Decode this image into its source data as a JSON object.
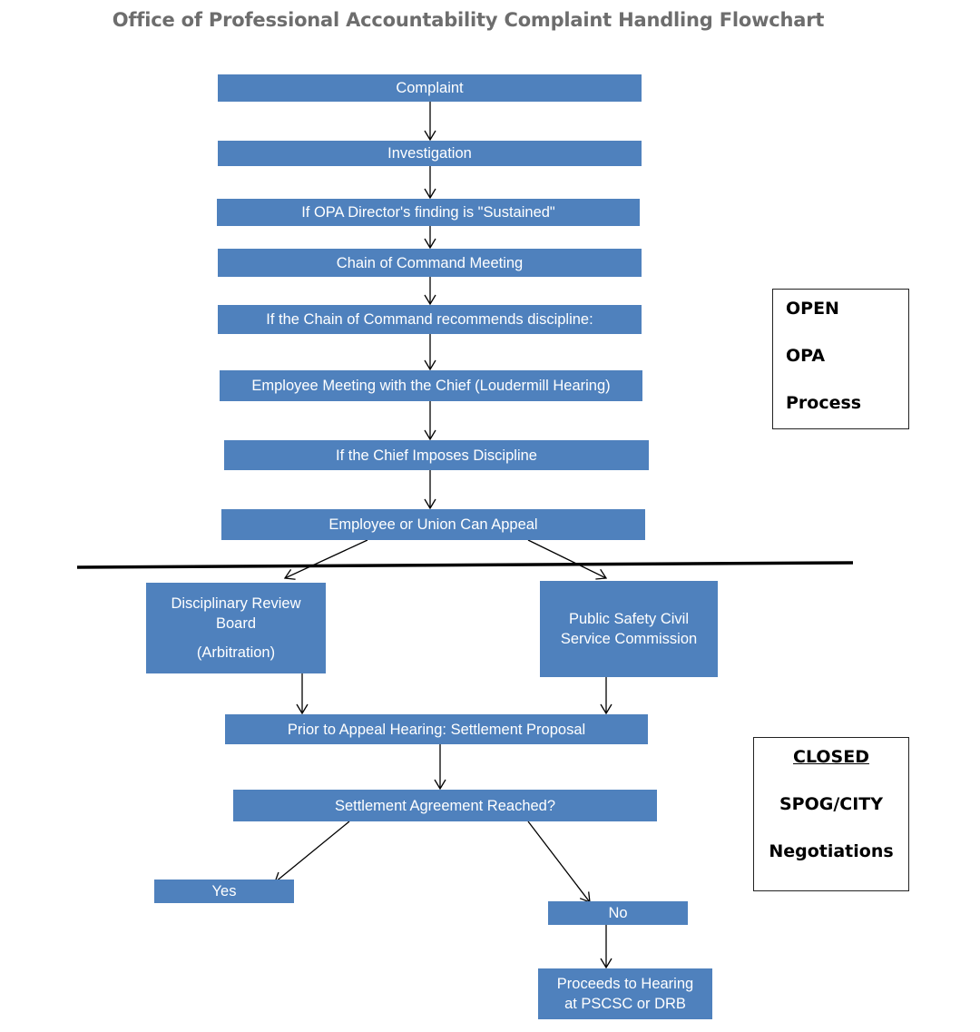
{
  "title": "Office of Professional Accountability Complaint Handling Flowchart",
  "nodes": {
    "complaint": "Complaint",
    "investigation": "Investigation",
    "sustained": "If OPA Director's finding is \"Sustained\"",
    "chain_meeting": "Chain of Command Meeting",
    "chain_recommends": "If the Chain of Command recommends discipline:",
    "loudermill": "Employee Meeting with the Chief (Loudermill Hearing)",
    "chief_imposes": "If the Chief Imposes Discipline",
    "appeal": "Employee or Union Can Appeal",
    "drb": {
      "line1": "Disciplinary Review",
      "line2": "Board",
      "line3": "(Arbitration)"
    },
    "pscsc": {
      "line1": "Public Safety Civil",
      "line2": "Service Commission"
    },
    "settlement_proposal": "Prior to Appeal Hearing: Settlement Proposal",
    "settlement_reached": "Settlement Agreement Reached?",
    "yes": "Yes",
    "no": "No",
    "proceeds": {
      "line1": "Proceeds to Hearing",
      "line2": "at PSCSC or DRB"
    }
  },
  "legend_open": {
    "line1": "OPEN",
    "line2": "OPA",
    "line3": "Process"
  },
  "legend_closed": {
    "line1": "CLOSED",
    "line2": "SPOG/CITY",
    "line3": "Negotiations"
  },
  "colors": {
    "box_fill": "#4f81bd",
    "box_text": "#ffffff",
    "title": "#6d6d6d",
    "lines": "#000000"
  }
}
